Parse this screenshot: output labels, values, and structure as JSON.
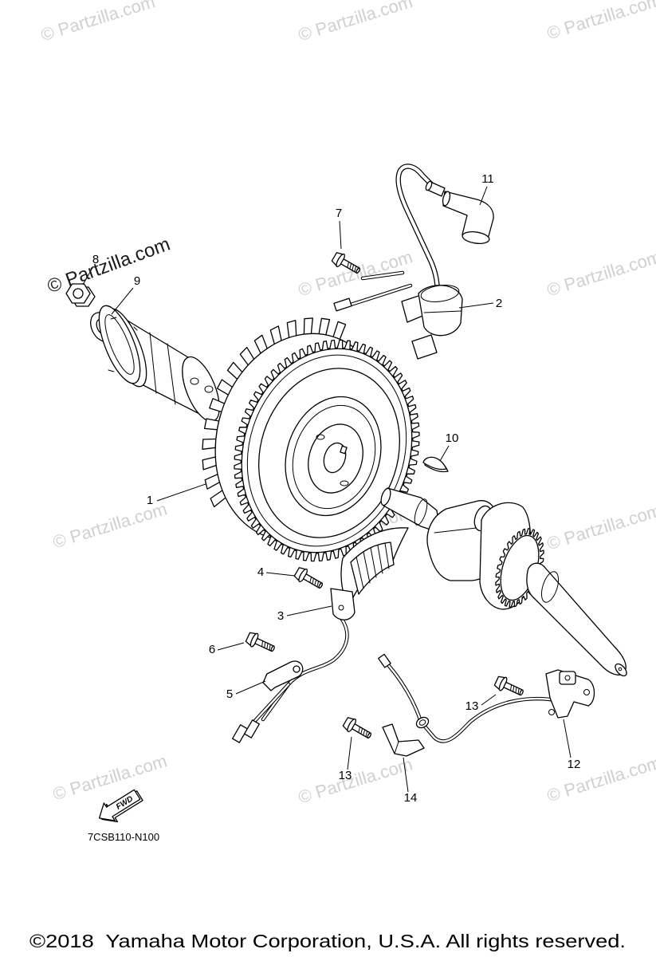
{
  "watermark": {
    "logo_text": "© Partzilla.com",
    "tile_text": "© Partzilla.com"
  },
  "callouts": [
    {
      "ref": "11"
    },
    {
      "ref": "7"
    },
    {
      "ref": "8"
    },
    {
      "ref": "9"
    },
    {
      "ref": "2"
    },
    {
      "ref": "10"
    },
    {
      "ref": "1"
    },
    {
      "ref": "4"
    },
    {
      "ref": "3"
    },
    {
      "ref": "6"
    },
    {
      "ref": "5"
    },
    {
      "ref": "13"
    },
    {
      "ref": "12"
    },
    {
      "ref": "13"
    },
    {
      "ref": "14"
    }
  ],
  "fwd_arrow": {
    "label": "FWD"
  },
  "diagram_code": "7CSB110-N100",
  "copyright": "©2018  Yamaha Motor Corporation, U.S.A. All rights reserved.",
  "colors": {
    "line": "#000000",
    "background": "#ffffff",
    "watermark": "#d0d0d0",
    "logo": "#1a1a1a"
  }
}
